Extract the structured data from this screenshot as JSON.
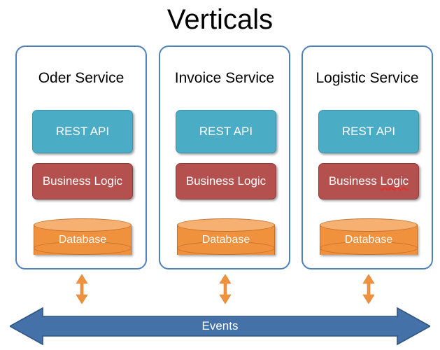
{
  "diagram": {
    "title": "Verticals",
    "colors": {
      "card_border": "#4F81BD",
      "rest_api": "#4BACC6",
      "business_logic": "#B4514F",
      "database": "#F0913E",
      "events_bus": "#4472A8",
      "connector_arrow": "#F0913E",
      "text_on_shape": "#FFFFFF",
      "background": "#FFFFFF"
    },
    "services": [
      {
        "id": "oder",
        "title": "Oder Service",
        "layers": [
          {
            "id": "rest-api",
            "label": "REST API",
            "shape": "rounded-rect"
          },
          {
            "id": "business-logic",
            "label": "Business Logic",
            "shape": "rounded-rect",
            "misspelled_word": ""
          },
          {
            "id": "database",
            "label": "Database",
            "shape": "cylinder"
          }
        ]
      },
      {
        "id": "invoice",
        "title": "Invoice Service",
        "layers": [
          {
            "id": "rest-api",
            "label": "REST API",
            "shape": "rounded-rect"
          },
          {
            "id": "business-logic",
            "label": "Business Logic",
            "shape": "rounded-rect",
            "misspelled_word": ""
          },
          {
            "id": "database",
            "label": "Database",
            "shape": "cylinder"
          }
        ]
      },
      {
        "id": "logistic",
        "title": "Logistic Service",
        "layers": [
          {
            "id": "rest-api",
            "label": "REST API",
            "shape": "rounded-rect"
          },
          {
            "id": "business-logic",
            "label": "Business",
            "shape": "rounded-rect",
            "misspelled_word": "Logic"
          },
          {
            "id": "database",
            "label": "Database",
            "shape": "cylinder"
          }
        ]
      }
    ],
    "bus": {
      "label": "Events",
      "shape": "double-headed-horizontal-arrow"
    },
    "connectors": {
      "shape": "double-headed-vertical-arrow",
      "count": 3
    }
  }
}
